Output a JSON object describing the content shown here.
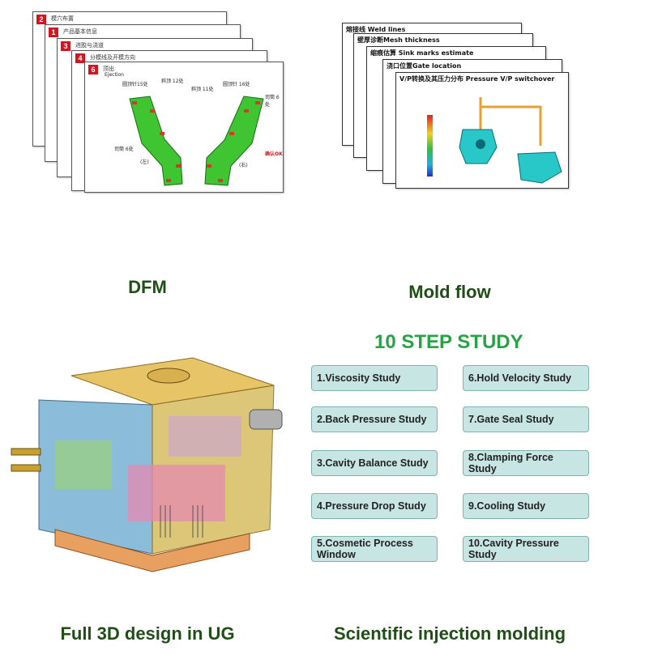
{
  "dfm": {
    "caption": "DFM",
    "sheets": [
      {
        "num": "2",
        "title": "模穴布置"
      },
      {
        "num": "1",
        "title": "产品基本信息"
      },
      {
        "num": "3",
        "title": "进胶与浇道"
      },
      {
        "num": "4",
        "title": "分模线及开模方向"
      },
      {
        "num": "6",
        "title": "顶出"
      }
    ],
    "front_labels": {
      "sub": "Ejection",
      "l1": "圆顶针15处",
      "l2": "斜顶 12处",
      "l3": "斜顶 11处",
      "l4": "圆顶针 16处",
      "l5": "司筒 6处",
      "l6": "司筒 6处",
      "left": "(左)",
      "right": "(右)",
      "confirm": "确认OK"
    }
  },
  "moldflow": {
    "caption": "Mold flow",
    "sheets": [
      {
        "title": "熔接线 Weld lines"
      },
      {
        "title": "壁厚诊断Mesh thickness"
      },
      {
        "title": "缩痕估算 Sink marks estimate"
      },
      {
        "title": "浇口位置Gate location"
      },
      {
        "title": "V/P转换及其压力分布  Pressure V/P switchover"
      }
    ]
  },
  "design": {
    "caption": "Full 3D design in UG"
  },
  "study": {
    "caption": "Scientific injection molding",
    "title": "10 STEP STUDY",
    "left": [
      "1.Viscosity Study",
      "2.Back Pressure Study",
      "3.Cavity Balance Study",
      "4.Pressure Drop Study",
      "5.Cosmetic Process Window"
    ],
    "right": [
      "6.Hold Velocity Study",
      "7.Gate Seal Study",
      "8.Clamping Force Study",
      "9.Cooling Study",
      "10.Cavity Pressure Study"
    ]
  },
  "colors": {
    "caption": "#1f4f17",
    "step_title": "#27a345",
    "step_bg": "#c6e5e3",
    "tab": "#d4151f"
  }
}
